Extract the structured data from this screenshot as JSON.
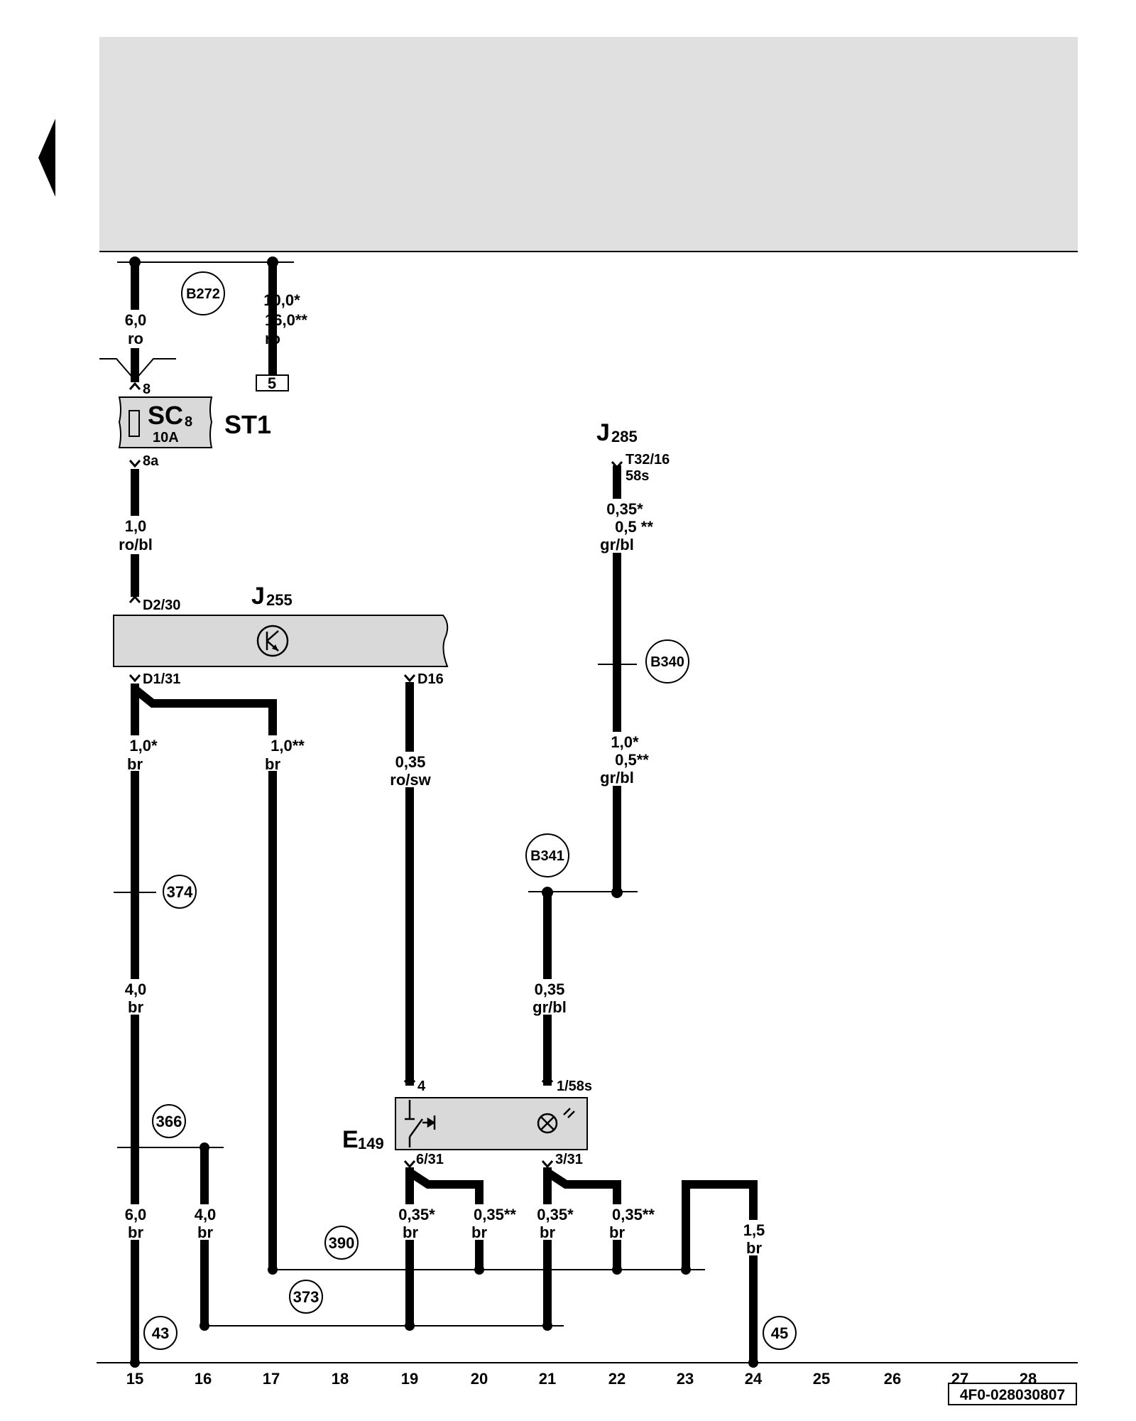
{
  "header": {
    "band_color": "#e0e0e0"
  },
  "components": {
    "fuse": {
      "code": "SC",
      "sub": "8",
      "rating": "10A",
      "panel": "ST1",
      "pin_in": "8",
      "pin_out": "8a"
    },
    "j255": {
      "code": "J",
      "sub": "255",
      "pins": {
        "supply": "D2/30",
        "ground": "D1/31",
        "signal": "D16"
      }
    },
    "j285": {
      "code": "J",
      "sub": "285",
      "connector": "T32/16",
      "pin": "58s"
    },
    "e149": {
      "code": "E",
      "sub": "149",
      "pins": {
        "left_in": "4",
        "right_in": "1/58s",
        "left_out": "6/31",
        "right_out": "3/31"
      }
    },
    "terminal_box": "5"
  },
  "wires": {
    "w1": [
      "6,0",
      "ro"
    ],
    "w2": [
      "10,0*",
      "16,0**",
      "ro"
    ],
    "w3": [
      "1,0",
      "ro/bl"
    ],
    "w4": [
      "0,35*",
      "0,5 **",
      "gr/bl"
    ],
    "w5": [
      "1,0*",
      "br"
    ],
    "w6": [
      "1,0**",
      "br"
    ],
    "w7": [
      "0,35",
      "ro/sw"
    ],
    "w8": [
      "1,0*",
      "0,5**",
      "gr/bl"
    ],
    "w9": [
      "4,0",
      "br"
    ],
    "w10": [
      "0,35",
      "gr/bl"
    ],
    "w11": [
      "6,0",
      "br"
    ],
    "w12": [
      "4,0",
      "br"
    ],
    "w13": [
      "0,35*",
      "br"
    ],
    "w14": [
      "0,35**",
      "br"
    ],
    "w15": [
      "0,35*",
      "br"
    ],
    "w16": [
      "0,35**",
      "br"
    ],
    "w17": [
      "1,5",
      "br"
    ]
  },
  "connection_points": [
    "B272",
    "B340",
    "B341",
    "374",
    "366",
    "390",
    "373",
    "43",
    "45"
  ],
  "track_numbers": [
    "15",
    "16",
    "17",
    "18",
    "19",
    "20",
    "21",
    "22",
    "23",
    "24",
    "25",
    "26",
    "27",
    "28"
  ],
  "doc_code": "4F0-028030807"
}
